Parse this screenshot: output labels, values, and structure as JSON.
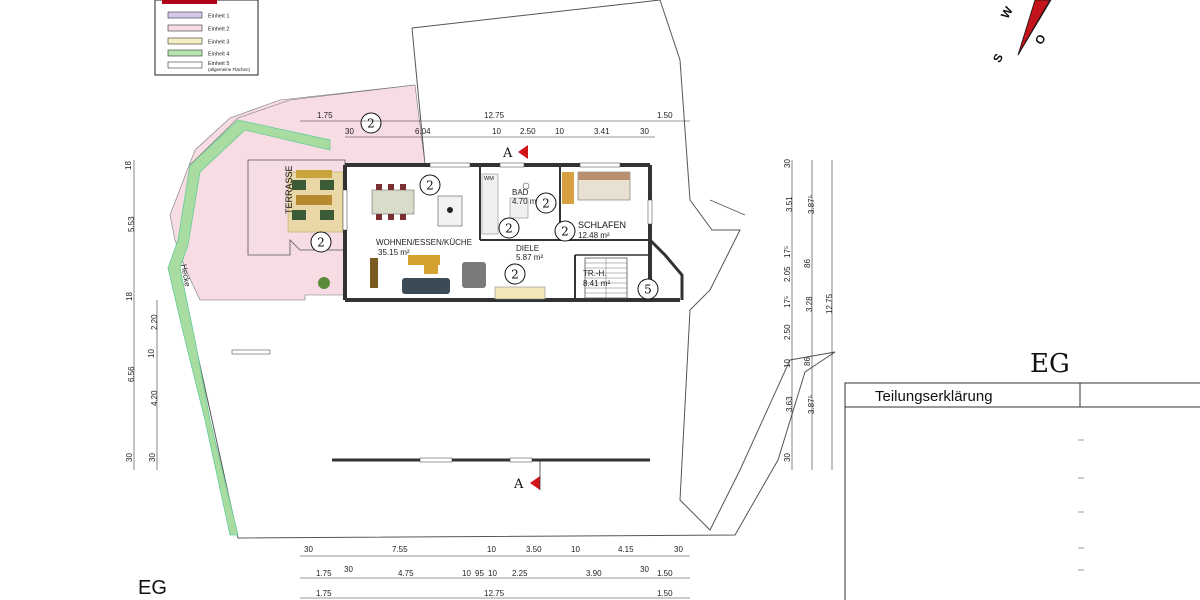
{
  "legend": {
    "items": [
      {
        "label": "Einheit 1",
        "color": "#d4c8ec"
      },
      {
        "label": "Einheit 2",
        "color": "#f7dde3"
      },
      {
        "label": "Einheit 3",
        "color": "#f6efc4"
      },
      {
        "label": "Einheit 4",
        "color": "#b6e3b0"
      },
      {
        "label": "Einheit 5",
        "sub": "(allgemeine Flächen)",
        "color": "#ffffff"
      }
    ]
  },
  "compass": {
    "letters": [
      "S",
      "W",
      "O"
    ]
  },
  "rooms": {
    "terrasse": "TERRASSE",
    "wohnen_name": "WOHNEN/ESSEN/KÜCHE",
    "wohnen_area": "35.15 m²",
    "bad_name": "BAD",
    "bad_area": "4.70 m²",
    "wm": "WM",
    "schlafen_name": "SCHLAFEN",
    "schlafen_area": "12.48 m²",
    "diele_name": "DIELE",
    "diele_area": "5.87 m²",
    "trh_name": "TR.-H.",
    "trh_area": "8.41 m²",
    "hecke": "Hecke"
  },
  "unit_markers": {
    "two": "2",
    "five": "5"
  },
  "section_marker": "A",
  "floor_label": "EG",
  "title_block": {
    "floor": "EG",
    "title": "Teilungserklärung"
  },
  "dims_top": {
    "row1": [
      "1.75",
      "12.75",
      "1.50"
    ],
    "row2": [
      "30",
      "6.04",
      "10",
      "2.50",
      "10",
      "3.41",
      "30"
    ]
  },
  "dims_bottom": {
    "row1": [
      "30",
      "7.55",
      "10",
      "3.50",
      "10",
      "4.15",
      "30"
    ],
    "row2": [
      "1.75",
      "30",
      "4.75",
      "10",
      "95",
      "10",
      "2.25",
      "3.90",
      "30",
      "1.50"
    ],
    "row3": [
      "1.75",
      "12.75",
      "1.50"
    ]
  },
  "dims_left": {
    "outer": [
      "18",
      "5.53",
      "18",
      "6.56",
      "30"
    ],
    "inner": [
      "2.20",
      "10",
      "4.20",
      "30"
    ]
  },
  "dims_right": {
    "col1": [
      "30",
      "3.51",
      "17⁵",
      "2.05",
      "17⁵",
      "2.50",
      "10",
      "3.63",
      "30"
    ],
    "col2": [
      "3.87⁵",
      "86",
      "3.28",
      "86",
      "3.87⁵"
    ],
    "total": "12.75"
  }
}
